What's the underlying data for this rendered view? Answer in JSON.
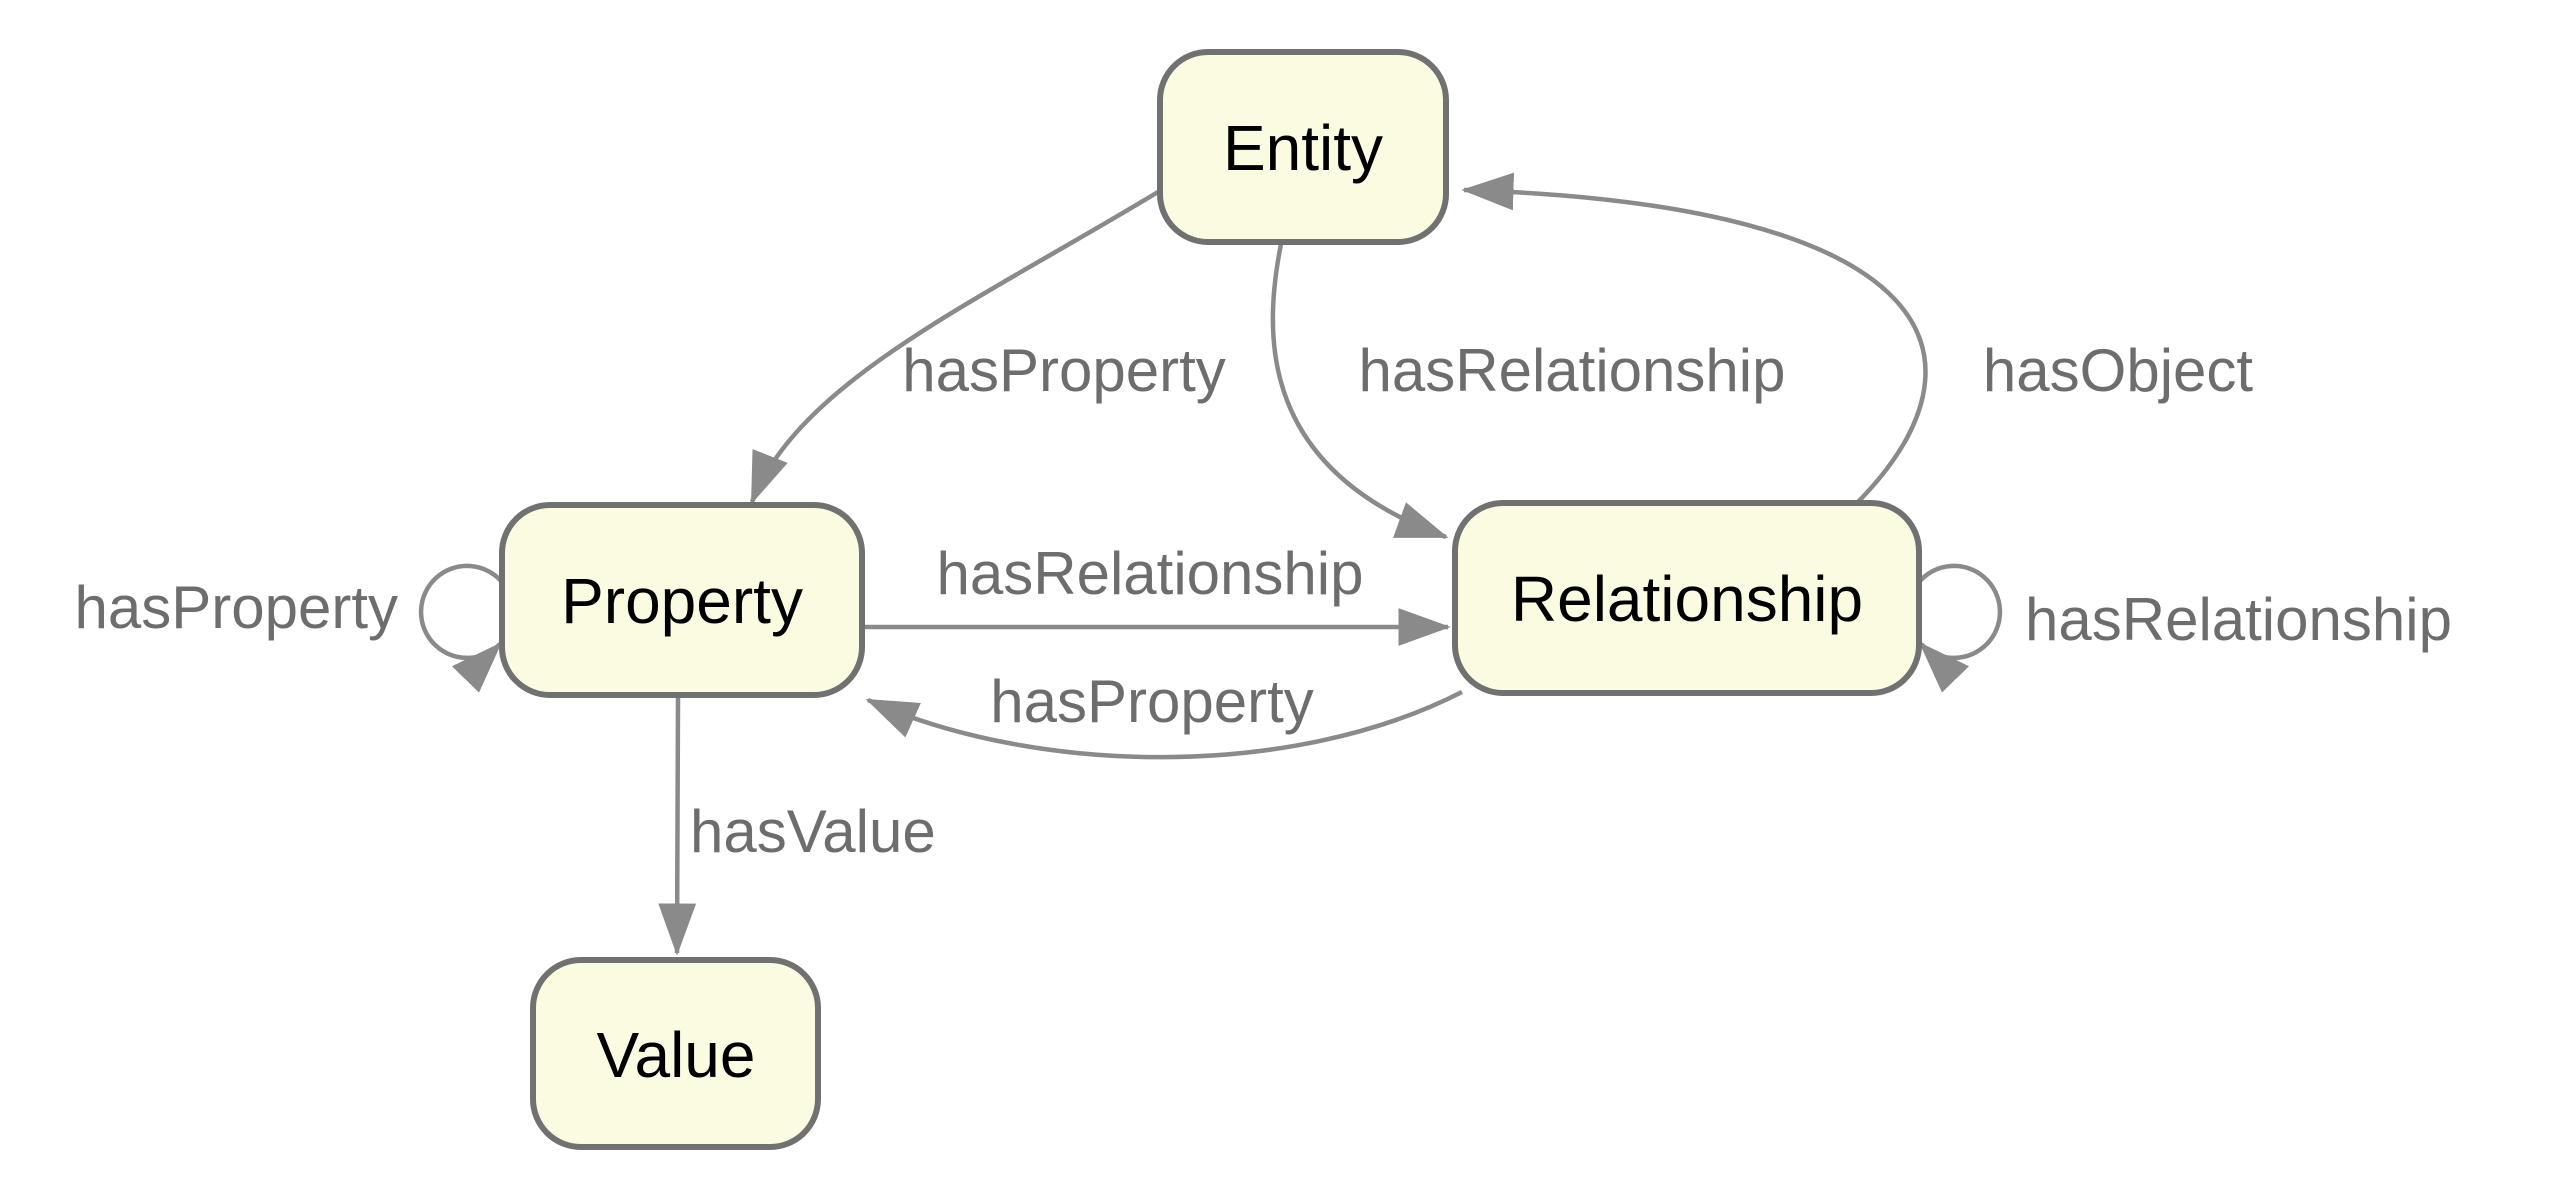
{
  "diagram": {
    "type": "ontology-graph",
    "nodes": [
      {
        "id": "entity",
        "label": "Entity"
      },
      {
        "id": "property",
        "label": "Property"
      },
      {
        "id": "relationship",
        "label": "Relationship"
      },
      {
        "id": "value",
        "label": "Value"
      }
    ],
    "edges": [
      {
        "from": "Entity",
        "to": "Property",
        "label": "hasProperty"
      },
      {
        "from": "Entity",
        "to": "Relationship",
        "label": "hasRelationship"
      },
      {
        "from": "Relationship",
        "to": "Entity",
        "label": "hasObject"
      },
      {
        "from": "Property",
        "to": "Relationship",
        "label": "hasRelationship"
      },
      {
        "from": "Relationship",
        "to": "Property",
        "label": "hasProperty"
      },
      {
        "from": "Property",
        "to": "Value",
        "label": "hasValue"
      },
      {
        "from": "Property",
        "to": "Property",
        "label": "hasProperty",
        "self_loop": true
      },
      {
        "from": "Relationship",
        "to": "Relationship",
        "label": "hasRelationship",
        "self_loop": true
      }
    ],
    "colors": {
      "node_fill": "#FBFBE2",
      "node_border": "#717171",
      "node_text": "#000000",
      "edge": "#8A8A8A",
      "edge_label": "#6D6D6D",
      "background": "#FFFFFF"
    }
  }
}
